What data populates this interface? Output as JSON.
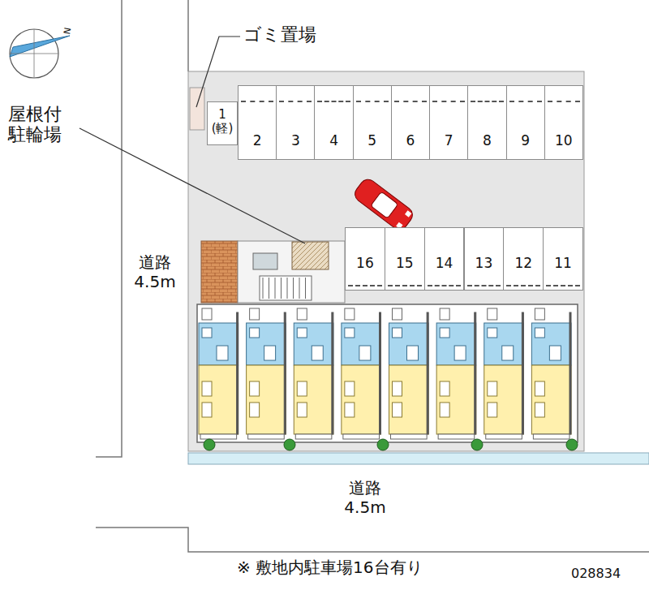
{
  "diagram": {
    "caption": "※ 敷地内駐車場16台有り",
    "nodes": [
      {
        "text": [
          "道路 4.5m"
        ]
      },
      {
        "text": [
          "1 (軽)"
        ]
      },
      {
        "text": [
          "2"
        ]
      },
      {
        "text": [
          "3"
        ]
      },
      {
        "text": [
          "4"
        ]
      },
      {
        "text": [
          "5"
        ]
      },
      {
        "text": [
          "6"
        ]
      },
      {
        "text": [
          "7"
        ]
      },
      {
        "text": [
          "8"
        ]
      },
      {
        "text": [
          "9"
        ]
      },
      {
        "text": [
          "10"
        ]
      },
      {
        "text": [
          "16"
        ]
      },
      {
        "text": [
          "15"
        ]
      },
      {
        "text": [
          "14"
        ]
      },
      {
        "text": [
          "13"
        ]
      },
      {
        "text": [
          "12"
        ]
      },
      {
        "text": [
          "11"
        ]
      },
      {
        "text": [
          "道路 4.5m"
        ]
      }
    ],
    "labels": [
      "N",
      "ゴミ置場",
      "屋根付 駐輪場",
      "028834"
    ]
  }
}
